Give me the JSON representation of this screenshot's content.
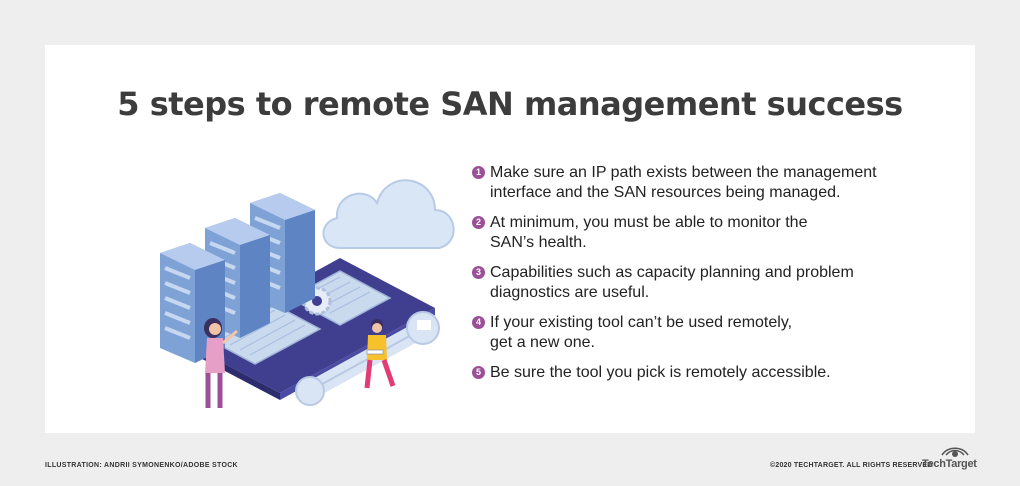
{
  "title": "5 steps to remote SAN management success",
  "steps": [
    {
      "num": "1",
      "line1": "Make sure an IP path exists between the management",
      "line2": "interface and the SAN resources being managed."
    },
    {
      "num": "2",
      "line1": "At minimum, you must be able to monitor the",
      "line2": "SAN’s health."
    },
    {
      "num": "3",
      "line1": "Capabilities such as capacity planning and problem",
      "line2": "diagnostics are useful."
    },
    {
      "num": "4",
      "line1": "If your existing tool can’t be used remotely,",
      "line2": "get a new one."
    },
    {
      "num": "5",
      "line1": "Be sure the tool you pick is remotely accessible.",
      "line2": ""
    }
  ],
  "footer": {
    "illustration_credit": "ILLUSTRATION: ANDRII SYMONENKO/ADOBE STOCK",
    "copyright": "©2020 TECHTARGET. ALL RIGHTS RESERVED",
    "brand": "TechTarget"
  },
  "colors": {
    "background": "#eeeeee",
    "card": "#ffffff",
    "accent": "#9b4f96",
    "title": "#3c3c3c"
  },
  "icons": {
    "step_marker": "numbered-circle",
    "brand_mark": "eye-icon"
  }
}
